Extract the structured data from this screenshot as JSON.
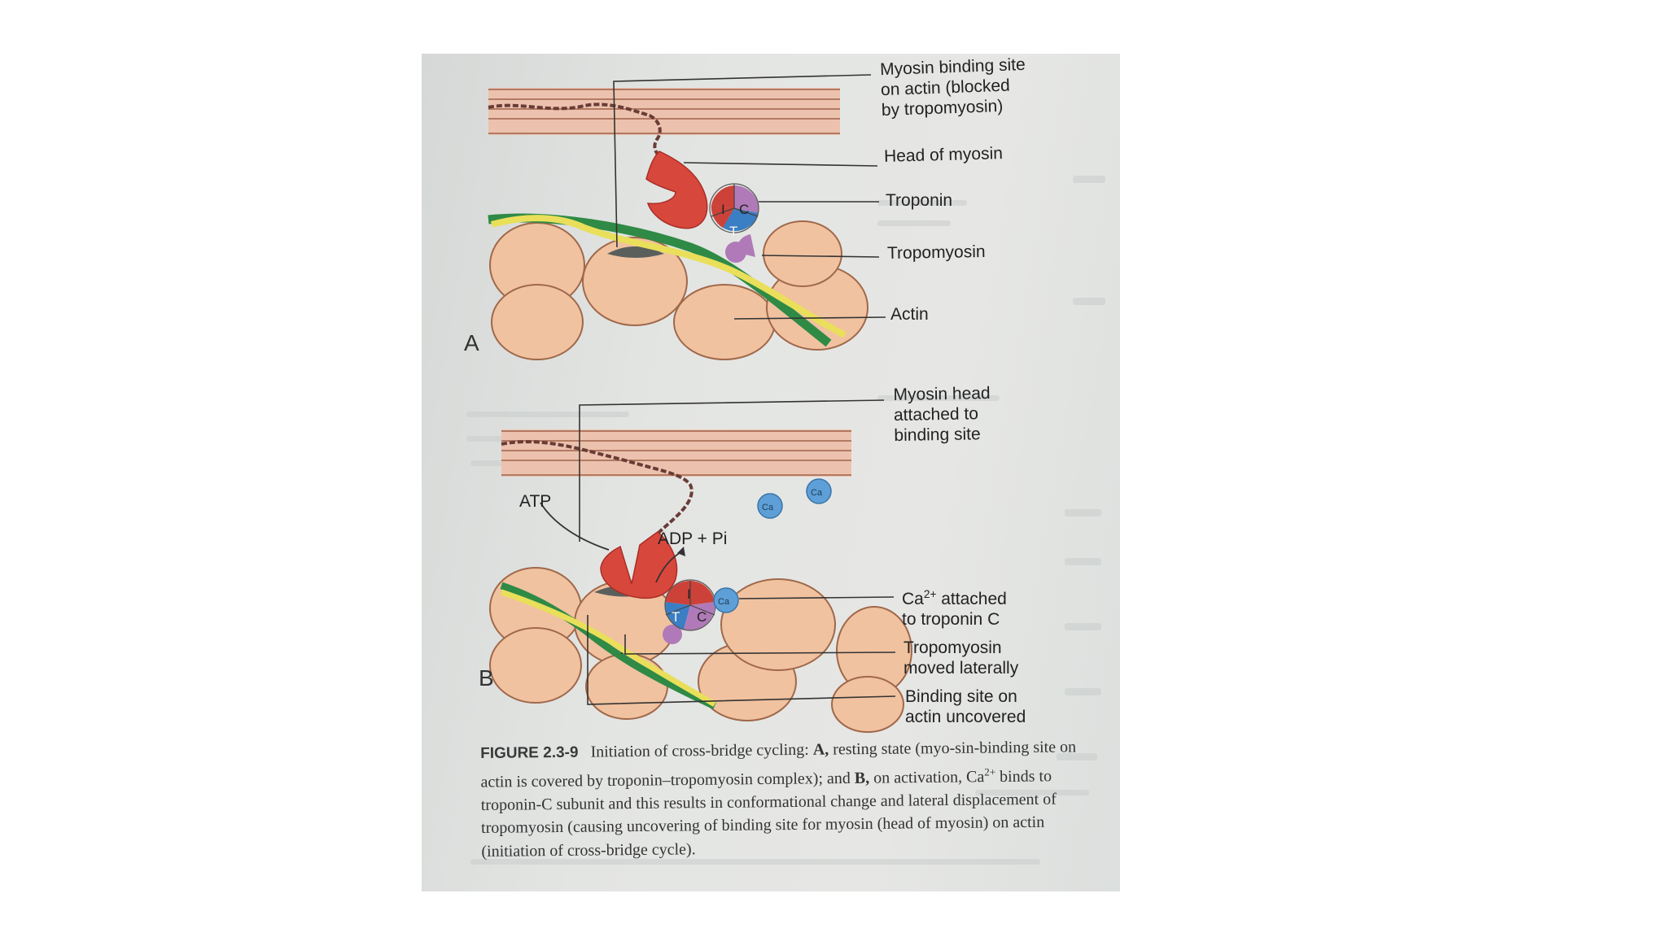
{
  "panel_a": {
    "letter": "A",
    "label_myosin_binding_site": "Myosin binding site\non actin (blocked\nby tropomyosin)",
    "label_head_of_myosin": "Head of myosin",
    "label_troponin": "Troponin",
    "label_tropomyosin": "Tropomyosin",
    "label_actin": "Actin",
    "troponin_subunits": [
      "I",
      "C",
      "T"
    ]
  },
  "panel_b": {
    "letter": "B",
    "label_myosin_attached": "Myosin head\nattached to\nbinding site",
    "label_atp": "ATP",
    "label_adp_pi": "ADP + Pi",
    "calcium_ion": "Ca",
    "label_ca_attached_prefix": "Ca",
    "label_ca_attached_sup": "2+",
    "label_ca_attached_suffix": " attached\nto troponin C",
    "label_tropomyosin_moved": "Tropomyosin\nmoved laterally",
    "label_binding_site_uncovered": "Binding site on\nactin uncovered",
    "troponin_subunits": [
      "I",
      "T",
      "C"
    ]
  },
  "caption": {
    "figure_number": "FIGURE 2.3-9",
    "part1": "Initiation of cross-bridge cycling: ",
    "a": "A,",
    "part2": " resting state (myo-sin-binding site on actin is covered by troponin–tropomyosin complex); and ",
    "b": "B,",
    "part3": " on activation, Ca",
    "sup": "2+",
    "part4": " binds to troponin-C subunit and this results in conformational change and lateral displacement of tropomyosin (causing uncovering of binding site for myosin (head of myosin) on actin (initiation of cross-bridge cycle)."
  },
  "colors": {
    "actin": "#f0c2a0",
    "actin_edge": "#a0684a",
    "myosin_head": "#d8473c",
    "tropomyosin_green": "#2f8a45",
    "tropomyosin_yellow": "#e9df5a",
    "troponin_red": "#cd4238",
    "troponin_blue": "#3a7ec4",
    "troponin_purple": "#b07ab8",
    "calcium": "#5d9fd6"
  }
}
